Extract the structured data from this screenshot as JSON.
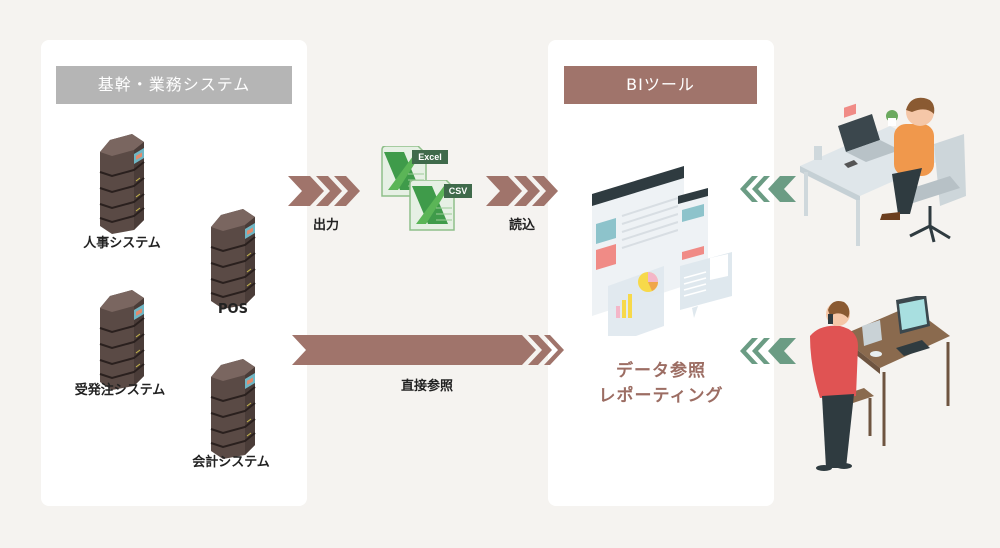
{
  "colors": {
    "background": "#f5f3f0",
    "panel": "#ffffff",
    "left_header": "#b5b5b5",
    "bi_header": "#a0746b",
    "arrow_brown": "#a0746b",
    "arrow_green": "#6b9c84",
    "bi_label": "#9c6d63"
  },
  "left_panel": {
    "title": "基幹・業務システム",
    "systems": [
      {
        "label": "人事システム",
        "icon": "server-icon"
      },
      {
        "label": "POS",
        "icon": "server-icon"
      },
      {
        "label": "受発注システム",
        "icon": "server-icon"
      },
      {
        "label": "会計システム",
        "icon": "server-icon"
      }
    ]
  },
  "flow": {
    "export_label": "出力",
    "import_label": "読込",
    "direct_label": "直接参照",
    "files": [
      {
        "badge": "Excel",
        "icon": "excel-file-icon"
      },
      {
        "badge": "CSV",
        "icon": "csv-file-icon"
      }
    ]
  },
  "bi_panel": {
    "title": "BIツール",
    "label_line1": "データ参照",
    "label_line2": "レポーティング",
    "icon": "dashboard-illustration-icon"
  },
  "users": [
    {
      "icon": "remote-meeting-user-illustration"
    },
    {
      "icon": "phone-user-desk-illustration"
    }
  ]
}
